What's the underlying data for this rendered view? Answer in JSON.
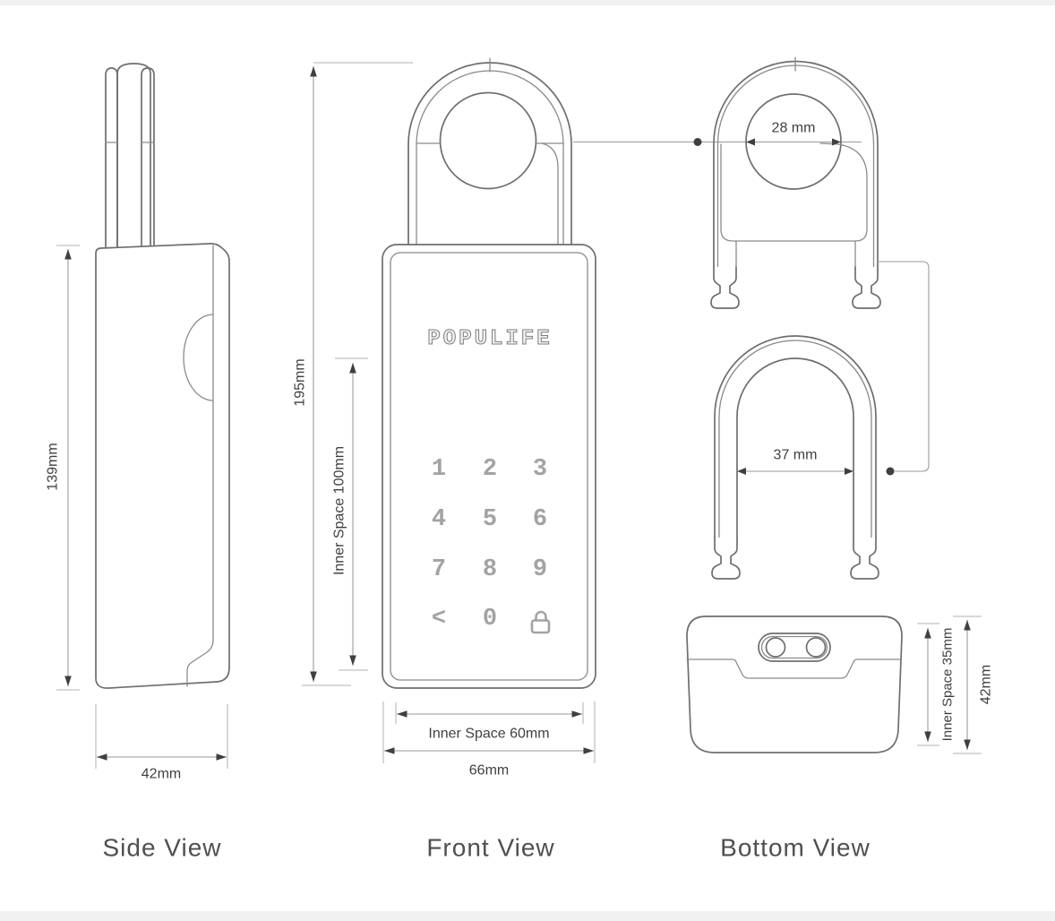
{
  "diagram": {
    "brand": "POPULIFE",
    "views": {
      "side": {
        "caption": "Side View",
        "height_label": "139mm",
        "depth_label": "42mm"
      },
      "front": {
        "caption": "Front View",
        "total_height_label": "195mm",
        "inner_height_label": "Inner Space 100mm",
        "inner_width_label": "Inner Space 60mm",
        "width_label": "66mm",
        "keypad_keys": [
          "1",
          "2",
          "3",
          "4",
          "5",
          "6",
          "7",
          "8",
          "9",
          "<",
          "0"
        ]
      },
      "shackle_front_detail": {
        "hole_diameter_label": "28 mm"
      },
      "shackle_detail": {
        "inner_width_label": "37 mm"
      },
      "bottom": {
        "caption": "Bottom View",
        "inner_depth_label": "Inner Space 35mm",
        "depth_label": "42mm"
      }
    },
    "colors": {
      "outline": "#6e6e6e",
      "dimension_line": "#9a9a9a",
      "dimension_text": "#3f3f3f",
      "keypad": "#a3a3a3",
      "caption_text": "#4f4f4f"
    }
  }
}
